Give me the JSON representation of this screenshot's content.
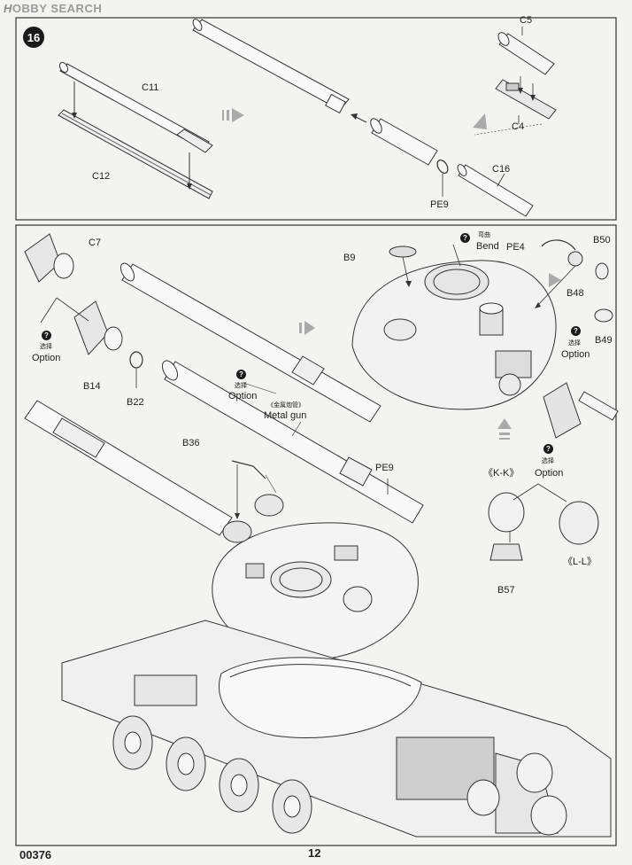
{
  "watermark": {
    "brand_a": "H",
    "brand_b": "OBBY SEARCH"
  },
  "step": {
    "number": "16"
  },
  "top_panel": {
    "parts": {
      "c11": "C11",
      "c12": "C12",
      "c5": "C5",
      "c4": "C4",
      "c16": "C16",
      "pe9": "PE9"
    }
  },
  "bottom_panel": {
    "parts": {
      "c7": "C7",
      "b14": "B14",
      "b22": "B22",
      "b9": "B9",
      "bend_cn": "弯曲",
      "bend": "Bend",
      "pe4": "PE4",
      "b50": "B50",
      "b48": "B48",
      "b49": "B49",
      "b36": "B36",
      "pe9": "PE9",
      "metal_gun_cn": "《金属炮管》",
      "metal_gun": "Metal gun",
      "kk": "《K-K》",
      "ll": "《L-L》",
      "b57": "B57"
    },
    "options": {
      "left_cn": "选择",
      "left": "Option",
      "mid_cn": "选择",
      "mid": "Option",
      "right_cn": "选择",
      "right": "Option",
      "rb_cn": "选择",
      "rb": "Option"
    },
    "q": "?"
  },
  "footer": {
    "code": "00376",
    "page": "12"
  }
}
